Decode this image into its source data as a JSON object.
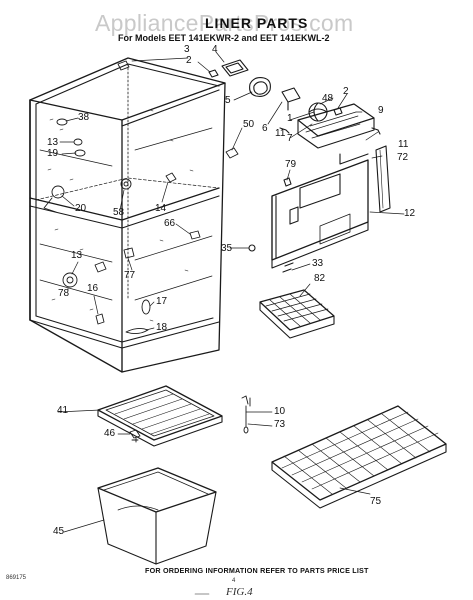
{
  "watermark": "AppliancePartsPros.com",
  "title": "LINER PARTS",
  "subtitle": "For Models EET 141EKWR-2 and EET 141EKWL-2",
  "footer": "FOR ORDERING INFORMATION REFER TO PARTS PRICE LIST",
  "doc_code": "869175",
  "page_number": "4",
  "figure_label": "FIG.4",
  "part_labels": {
    "p3": "3",
    "p2a": "2",
    "p4": "4",
    "p5": "5",
    "p6": "6",
    "p48": "48",
    "p2b": "2",
    "p9": "9",
    "p1": "1",
    "p7": "7",
    "p11a": "11",
    "p11b": "11",
    "p72": "72",
    "p38": "38",
    "p50": "50",
    "p13a": "13",
    "p19": "19",
    "p79": "79",
    "p20": "20",
    "p58": "58",
    "p14": "14",
    "p12": "12",
    "p66": "66",
    "p35": "35",
    "p33": "33",
    "p13b": "13",
    "p77": "77",
    "p82": "82",
    "p78": "78",
    "p16": "16",
    "p17": "17",
    "p18": "18",
    "p41": "41",
    "p10": "10",
    "p73": "73",
    "p46": "46",
    "p75": "75",
    "p45": "45"
  }
}
